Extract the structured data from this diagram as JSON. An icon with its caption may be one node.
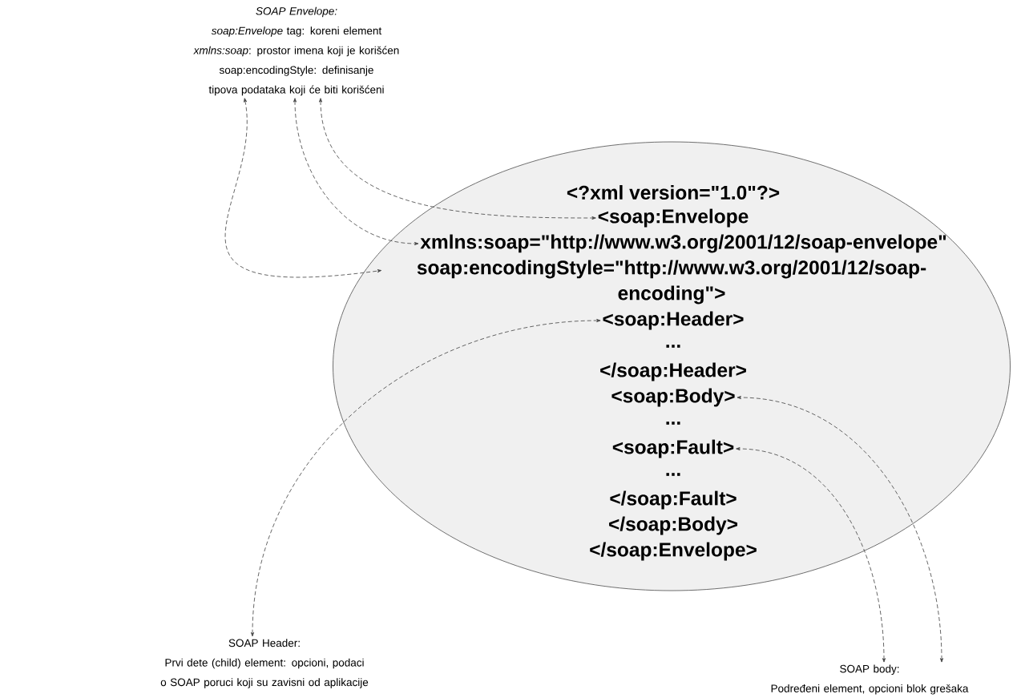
{
  "diagram": {
    "nodes": [
      {
        "text": [
          "SOAP Envelope:",
          "*soap:Envelope* tag: koreni element",
          "*xmlns:soap*: prostor imena koji je korišćen",
          "soap:encodingStyle: definisanje tipova podataka koji će biti korišćeni"
        ]
      },
      {
        "text": [],
        "shape": "ellipse"
      },
      {
        "text": [
          "<?xml version=\"1.0\"?>"
        ],
        "in": 1
      },
      {
        "text": [
          "<soap:Envelope"
        ],
        "in": 1
      },
      {
        "text": [
          "xmlns:soap=\"http://www.w3.org/2001/12/soap-envelope\""
        ],
        "in": 1
      },
      {
        "text": [
          "soap:encodingStyle=\"http://www.w3.org/2001/12/soap-encoding\">"
        ],
        "in": 1
      },
      {
        "text": [
          "<soap:Header>"
        ],
        "in": 1
      },
      {
        "text": [
          "..."
        ],
        "in": 1
      },
      {
        "text": [
          "</soap:Header>"
        ],
        "in": 1
      },
      {
        "text": [
          "<soap:Body>"
        ],
        "in": 1
      },
      {
        "text": [
          "..."
        ],
        "in": 1
      },
      {
        "text": [
          "<soap:Fault>"
        ],
        "in": 1
      },
      {
        "text": [
          "..."
        ],
        "in": 1
      },
      {
        "text": [
          "</soap:Fault>"
        ],
        "in": 1
      },
      {
        "text": [
          "</soap:Body>"
        ],
        "in": 1
      },
      {
        "text": [
          "</soap:Envelope>"
        ],
        "in": 1
      },
      {
        "text": [
          "SOAP Header:",
          "Prvi dete (child) element: opcioni, podaci o SOAP poruci koji su zavisni od aplikacije"
        ]
      },
      {
        "text": [
          "SOAP body:",
          "Podređeni element, opcioni blok grešaka"
        ]
      }
    ],
    "edges": [
      {
        "from": 0,
        "to": 3,
        "arrow": "both",
        "style": "dashed"
      },
      {
        "from": 0,
        "to": 4,
        "arrow": "both",
        "style": "dashed"
      },
      {
        "from": 0,
        "to": 5,
        "arrow": "both",
        "style": "dashed"
      },
      {
        "from": 16,
        "to": 6,
        "arrow": "both",
        "style": "dashed"
      },
      {
        "from": 17,
        "to": 9,
        "arrow": "both",
        "style": "dashed"
      },
      {
        "from": 17,
        "to": 11,
        "arrow": "both",
        "style": "dashed"
      }
    ]
  }
}
